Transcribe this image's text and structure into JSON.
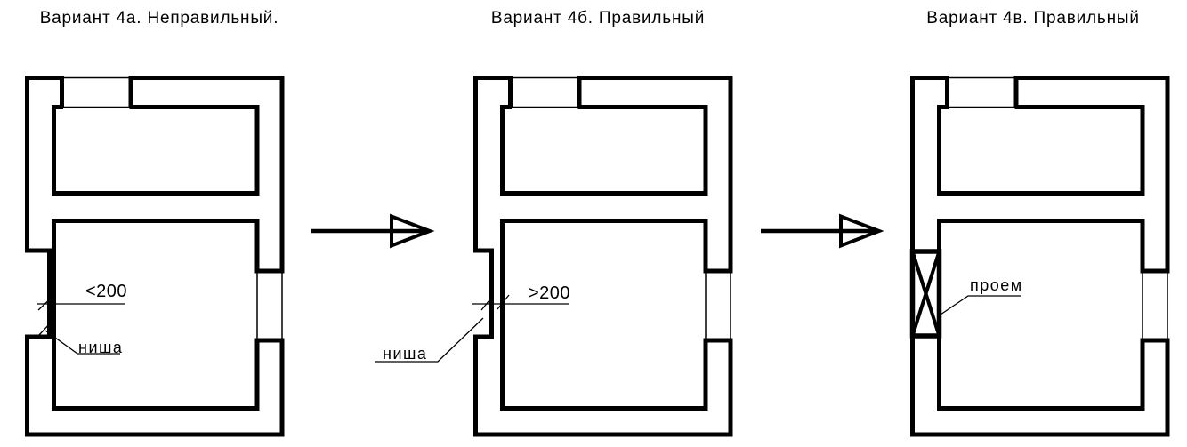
{
  "figure": {
    "background": "#ffffff",
    "ink": "#000000",
    "variants": [
      {
        "title": "Вариант 4а. Неправильный.",
        "dimension_label": "<200",
        "callout_label": "ниша"
      },
      {
        "title": "Вариант 4б. Правильный",
        "dimension_label": ">200",
        "callout_label": "ниша"
      },
      {
        "title": "Вариант 4в. Правильный",
        "callout_label": "проем"
      }
    ]
  }
}
